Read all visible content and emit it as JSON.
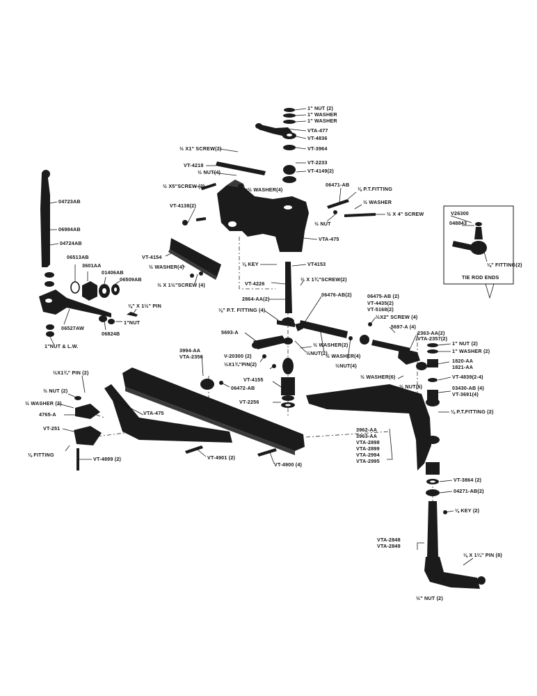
{
  "labels": {
    "nut_1in_2_top": "1\" NUT (2)",
    "washer_1in_a": "1\" WASHER",
    "washer_1in_b": "1\" WASHER",
    "vta477": "VTA-477",
    "vt4836": "VT-4836",
    "vt3964_top": "VT-3964",
    "vt2233": "VT-2233",
    "vt4149": "VT-4149(2)",
    "screw_half_x1": "½ X1\" SCREW(2)",
    "vt4218": "VT-4218",
    "nut_half_4": "½ NUT(4)",
    "screw_x5_2": "½ X5\"SCREW (2)",
    "washer_half_4": "½ WASHER(4)",
    "o6471ab": "06471-AB",
    "pt_fitting_top": "⅛ P.T.FITTING",
    "washer_right": "½ WASHER",
    "screw_x4": "½ X 4\" SCREW",
    "vt4138": "VT-4138(2)",
    "nut_right": "½ NUT",
    "vta475": "VTA-475",
    "o4723ab": "04723AB",
    "o6984ab": "06984AB",
    "o4724ab": "04724AB",
    "o6513ab": "06513AB",
    "n3601aa": "3601AA",
    "o1406ab": "01406AB",
    "o6509ab": "06509AB",
    "pin_1x1": "⅛\" X 1½\" PIN",
    "nut_1in": "1\"NUT",
    "o6527aw": "06527AW",
    "o6824b": "06824B",
    "nut_lw": "1\"NUT & L.W.",
    "vt4154": "VT-4154",
    "washer_4_mid": "½ WASHER(4)",
    "screw_1x1_4": "½ X 1½\"SCREW (4)",
    "key_a": "⅛ KEY",
    "vt4153": "VT4153",
    "vt4226": "VT-4226",
    "screw_2_mid": "½ X 1¾\"SCREW(2)",
    "n2864aa": "2864-AA(2)",
    "pt_fitting_4": "⅛\" P.T. FITTING (4)",
    "o6475ab2": "06476-AB(2)",
    "o6475ab_r": "06475-AB (2)",
    "vt4435": "VT-4435(2)",
    "vt5168": "VT-5168(2)",
    "n5693a": "5693-A",
    "nut_2_mid": "½NUT(2)",
    "washer_2_mid": "½ WASHER(2)",
    "screw_x2_4": "½X2\" SCREW (4)",
    "n5697a": "5697-A (4)",
    "n2363aa": "2363-AA(2)",
    "vta2357": "VTA-2357(2)",
    "washer_4_b": "½ WASHER(4)",
    "nut_4_b": "½NUT(4)",
    "v20300": "V-20300 (2)",
    "pin_2_b": "½X1¾\"PIN(2)",
    "vt4155": "VT-4155",
    "vt2256": "VT-2256",
    "nut_1_2r": "1\" NUT (2)",
    "washer_1_2r": "1\" WASHER (2)",
    "n1820aa": "1820-AA",
    "n1821aa": "1821-AA",
    "vt4839": "VT-4839(2-4)",
    "washer_6": "½ WASHER(6)",
    "nut_6": "½ NUT(6)",
    "o3430ab": "03430-AB (4)",
    "vt3691": "VT-3691(4)",
    "pt_fitting_2": "⅛ P.T.FITTING (2)",
    "n3994aa": "3994-AA",
    "vta2356": "VTA-2356",
    "o6472ab": "06472-AB",
    "pin_2_left": "½X1¾\" PIN (2)",
    "nut_2_left": "½ NUT (2)",
    "washer_2_left": "½ WASHER (2)",
    "n4765a": "4765-A",
    "vt251": "VT-251",
    "vta475_b": "VTA-475",
    "fitting_left": "⅛ FITTING",
    "vt4899": "VT-4899 (2)",
    "vt4901": "VT-4901 (2)",
    "vt4900": "VT-4900 (4)",
    "n3962aa": "3962-AA",
    "n3963aa": "3963-AA",
    "vta2898": "VTA-2898",
    "vta2899": "VTA-2899",
    "vta2994": "VTA-2994",
    "vta2995": "VTA-2995",
    "vt3864": "VT-3864 (2)",
    "o4271ab": "04271-AB(2)",
    "key_2": "⅛ KEY (2)",
    "vta2848": "VTA-2848",
    "vta2849": "VTA-2849",
    "pin_8": "⅛ X 1¼\" PIN (8)",
    "nut_2_bottom": "½\" NUT (2)"
  },
  "inset": {
    "v26300": "V26300",
    "o48843": "048843",
    "fitting": "⅛\" FITTING(2)",
    "title": "TIE ROD ENDS"
  }
}
